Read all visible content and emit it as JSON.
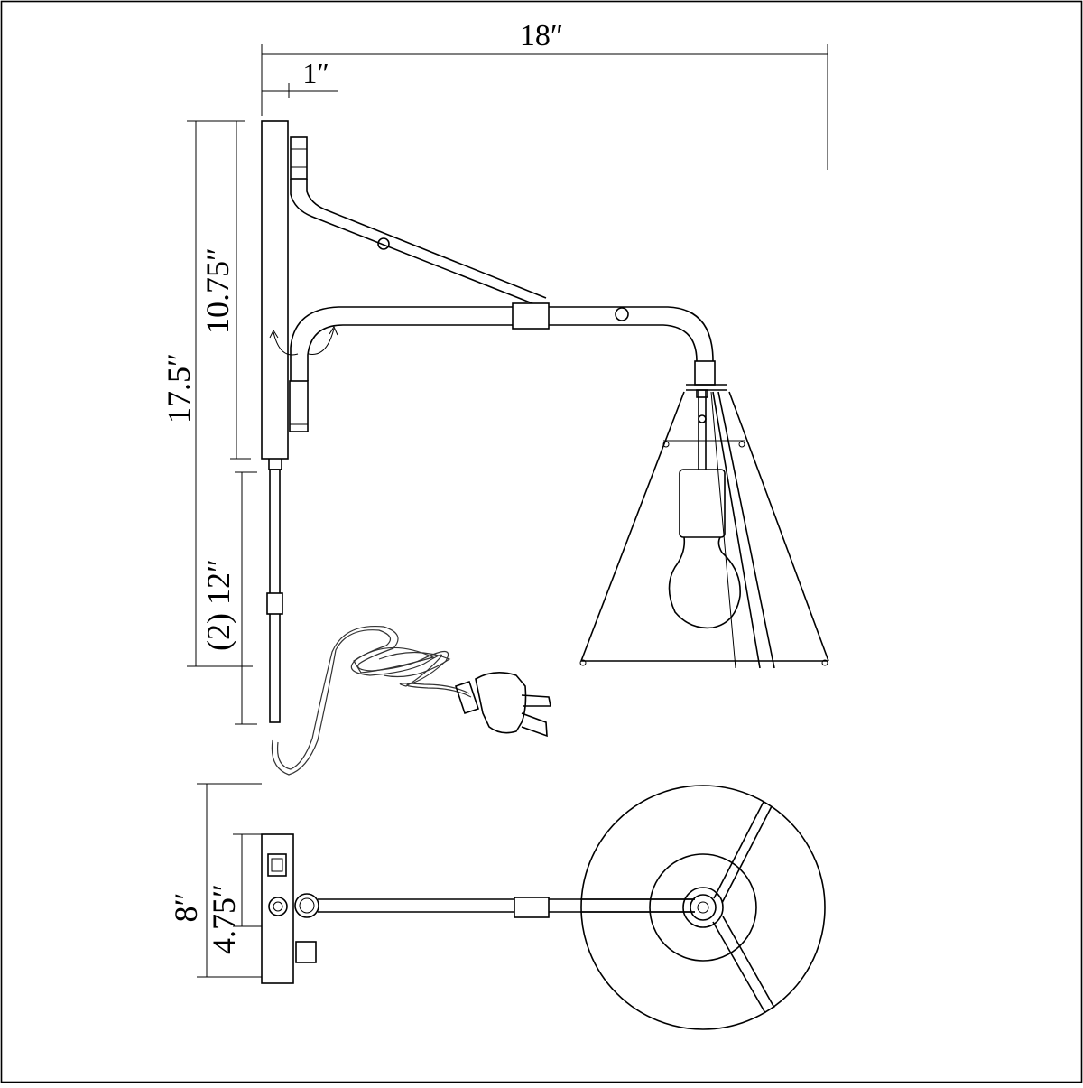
{
  "drawing": {
    "border_color": "#000000",
    "line_color": "#000000",
    "background": "#ffffff"
  },
  "dimensions": {
    "width_overall": "18″",
    "backplate_depth": "1″",
    "height_overall": "17.5″",
    "arm_height": "10.75″",
    "cord_rods": "(2) 12″",
    "plate_width": "8″",
    "plate_inner_width": "4.75″"
  }
}
